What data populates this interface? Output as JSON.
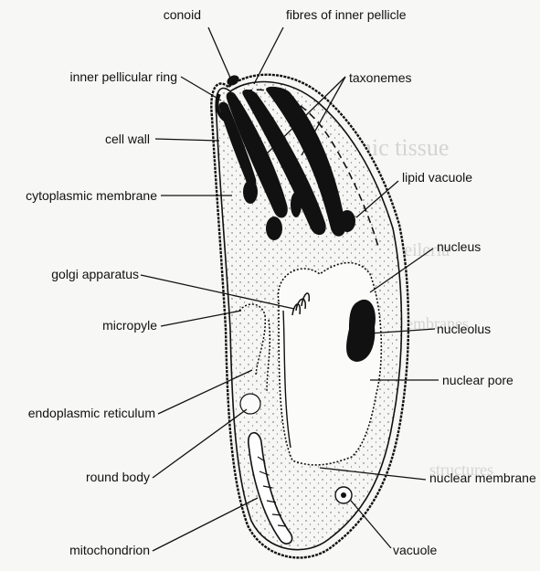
{
  "figure": {
    "labels": {
      "conoid": "conoid",
      "fibres_of_inner_pellicle": "fibres of inner pellicle",
      "inner_pellicular_ring": "inner pellicular ring",
      "taxonemes": "taxonemes",
      "cell_wall": "cell wall",
      "lipid_vacuole": "lipid vacuole",
      "cytoplasmic_membrane": "cytoplasmic membrane",
      "nucleus": "nucleus",
      "golgi_apparatus": "golgi apparatus",
      "micropyle": "micropyle",
      "nucleolus": "nucleolus",
      "nuclear_pore": "nuclear pore",
      "endoplasmic_reticulum": "endoplasmic reticulum",
      "round_body": "round body",
      "nuclear_membrane": "nuclear membrane",
      "mitochondrion": "mitochondrion",
      "vacuole": "vacuole"
    }
  }
}
